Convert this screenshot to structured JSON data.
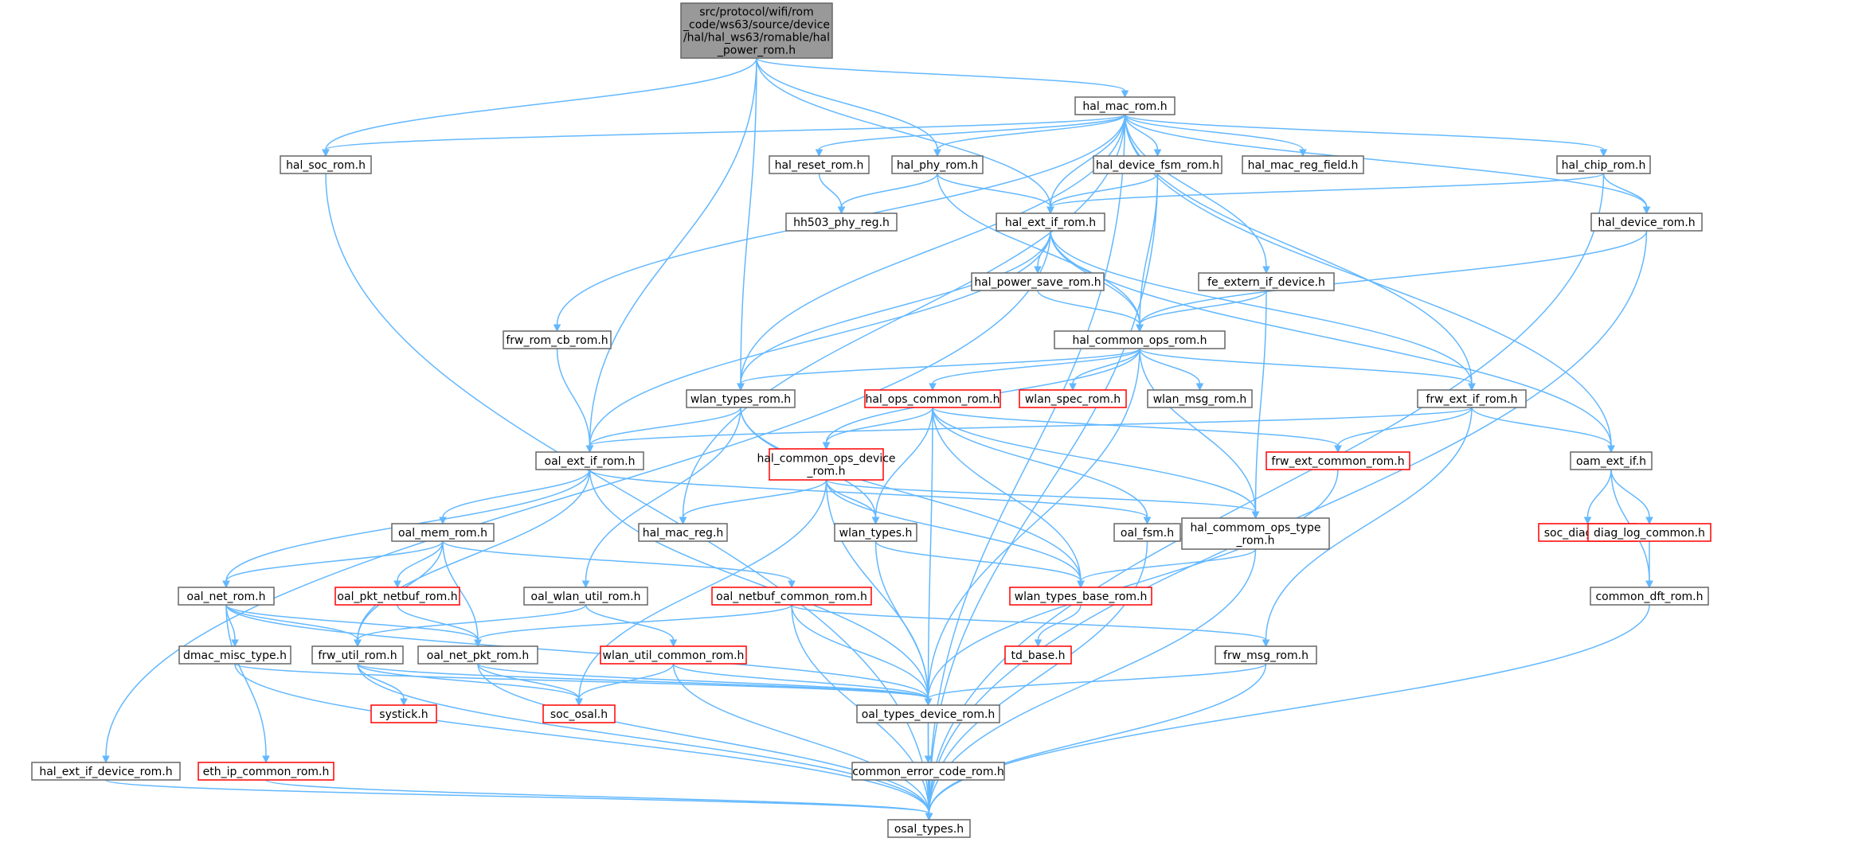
{
  "colors": {
    "edge": "#63b8ff",
    "node_border": "#666666",
    "root_fill": "#999999",
    "missing_border": "#ff0000"
  },
  "nodes": [
    {
      "id": "root",
      "label": [
        "src/protocol/wifi/rom",
        "_code/ws63/source/device",
        "/hal/hal_ws63/romable/hal",
        "_power_rom.h"
      ],
      "root": true
    },
    {
      "id": "hal_mac_rom",
      "label": [
        "hal_mac_rom.h"
      ]
    },
    {
      "id": "hal_soc_rom",
      "label": [
        "hal_soc_rom.h"
      ]
    },
    {
      "id": "hal_reset_rom",
      "label": [
        "hal_reset_rom.h"
      ]
    },
    {
      "id": "hal_phy_rom",
      "label": [
        "hal_phy_rom.h"
      ]
    },
    {
      "id": "hal_device_fsm_rom",
      "label": [
        "hal_device_fsm_rom.h"
      ]
    },
    {
      "id": "hal_mac_reg_field",
      "label": [
        "hal_mac_reg_field.h"
      ]
    },
    {
      "id": "hal_chip_rom",
      "label": [
        "hal_chip_rom.h"
      ]
    },
    {
      "id": "hh503_phy_reg",
      "label": [
        "hh503_phy_reg.h"
      ]
    },
    {
      "id": "hal_ext_if_rom",
      "label": [
        "hal_ext_if_rom.h"
      ]
    },
    {
      "id": "hal_device_rom",
      "label": [
        "hal_device_rom.h"
      ]
    },
    {
      "id": "hal_power_save_rom",
      "label": [
        "hal_power_save_rom.h"
      ]
    },
    {
      "id": "fe_extern_if_device",
      "label": [
        "fe_extern_if_device.h"
      ]
    },
    {
      "id": "frw_rom_cb_rom",
      "label": [
        "frw_rom_cb_rom.h"
      ]
    },
    {
      "id": "hal_common_ops_rom",
      "label": [
        "hal_common_ops_rom.h"
      ]
    },
    {
      "id": "wlan_types_rom",
      "label": [
        "wlan_types_rom.h"
      ]
    },
    {
      "id": "hal_ops_common_rom",
      "label": [
        "hal_ops_common_rom.h"
      ],
      "missing": true
    },
    {
      "id": "wlan_spec_rom",
      "label": [
        "wlan_spec_rom.h"
      ],
      "missing": true
    },
    {
      "id": "wlan_msg_rom",
      "label": [
        "wlan_msg_rom.h"
      ]
    },
    {
      "id": "frw_ext_if_rom",
      "label": [
        "frw_ext_if_rom.h"
      ]
    },
    {
      "id": "oal_ext_if_rom",
      "label": [
        "oal_ext_if_rom.h"
      ]
    },
    {
      "id": "hal_common_ops_device_rom",
      "label": [
        "hal_common_ops_device",
        "_rom.h"
      ],
      "missing": true
    },
    {
      "id": "frw_ext_common_rom",
      "label": [
        "frw_ext_common_rom.h"
      ],
      "missing": true
    },
    {
      "id": "oam_ext_if",
      "label": [
        "oam_ext_if.h"
      ]
    },
    {
      "id": "oal_mem_rom",
      "label": [
        "oal_mem_rom.h"
      ]
    },
    {
      "id": "hal_mac_reg",
      "label": [
        "hal_mac_reg.h"
      ]
    },
    {
      "id": "wlan_types",
      "label": [
        "wlan_types.h"
      ]
    },
    {
      "id": "oal_fsm",
      "label": [
        "oal_fsm.h"
      ]
    },
    {
      "id": "hal_commom_ops_type_rom",
      "label": [
        "hal_commom_ops_type",
        "_rom.h"
      ]
    },
    {
      "id": "soc_diag_wdk",
      "label": [
        "soc_diag_wdk.h"
      ],
      "missing": true
    },
    {
      "id": "diag_log_common",
      "label": [
        "diag_log_common.h"
      ],
      "missing": true
    },
    {
      "id": "oal_net_rom",
      "label": [
        "oal_net_rom.h"
      ]
    },
    {
      "id": "oal_pkt_netbuf_rom",
      "label": [
        "oal_pkt_netbuf_rom.h"
      ],
      "missing": true
    },
    {
      "id": "oal_wlan_util_rom",
      "label": [
        "oal_wlan_util_rom.h"
      ]
    },
    {
      "id": "oal_netbuf_common_rom",
      "label": [
        "oal_netbuf_common_rom.h"
      ],
      "missing": true
    },
    {
      "id": "wlan_types_base_rom",
      "label": [
        "wlan_types_base_rom.h"
      ],
      "missing": true
    },
    {
      "id": "common_dft_rom",
      "label": [
        "common_dft_rom.h"
      ]
    },
    {
      "id": "td_base",
      "label": [
        "td_base.h"
      ],
      "missing": true
    },
    {
      "id": "dmac_misc_type",
      "label": [
        "dmac_misc_type.h"
      ]
    },
    {
      "id": "frw_util_rom",
      "label": [
        "frw_util_rom.h"
      ]
    },
    {
      "id": "oal_net_pkt_rom",
      "label": [
        "oal_net_pkt_rom.h"
      ]
    },
    {
      "id": "wlan_util_common_rom",
      "label": [
        "wlan_util_common_rom.h"
      ],
      "missing": true
    },
    {
      "id": "frw_msg_rom",
      "label": [
        "frw_msg_rom.h"
      ]
    },
    {
      "id": "systick",
      "label": [
        "systick.h"
      ],
      "missing": true
    },
    {
      "id": "soc_osal",
      "label": [
        "soc_osal.h"
      ],
      "missing": true
    },
    {
      "id": "oal_types_device_rom",
      "label": [
        "oal_types_device_rom.h"
      ]
    },
    {
      "id": "hal_ext_if_device_rom",
      "label": [
        "hal_ext_if_device_rom.h"
      ]
    },
    {
      "id": "eth_ip_common_rom",
      "label": [
        "eth_ip_common_rom.h"
      ],
      "missing": true
    },
    {
      "id": "common_error_code_rom",
      "label": [
        "common_error_code_rom.h"
      ]
    },
    {
      "id": "osal_types",
      "label": [
        "osal_types.h"
      ]
    }
  ],
  "edges": [
    [
      "root",
      "hal_mac_rom"
    ],
    [
      "root",
      "hal_soc_rom"
    ],
    [
      "root",
      "hal_phy_rom"
    ],
    [
      "root",
      "hal_ext_if_rom"
    ],
    [
      "root",
      "wlan_types_rom"
    ],
    [
      "root",
      "oal_ext_if_rom"
    ],
    [
      "hal_mac_rom",
      "hal_soc_rom"
    ],
    [
      "hal_mac_rom",
      "hal_reset_rom"
    ],
    [
      "hal_mac_rom",
      "hal_phy_rom"
    ],
    [
      "hal_mac_rom",
      "hal_device_fsm_rom"
    ],
    [
      "hal_mac_rom",
      "hal_mac_reg_field"
    ],
    [
      "hal_mac_rom",
      "hal_chip_rom"
    ],
    [
      "hal_mac_rom",
      "hal_ext_if_rom"
    ],
    [
      "hal_mac_rom",
      "hal_device_rom"
    ],
    [
      "hal_mac_rom",
      "fe_extern_if_device"
    ],
    [
      "hal_mac_rom",
      "frw_rom_cb_rom"
    ],
    [
      "hal_mac_rom",
      "wlan_types_rom"
    ],
    [
      "hal_mac_rom",
      "frw_ext_if_rom"
    ],
    [
      "hal_mac_rom",
      "oam_ext_if"
    ],
    [
      "hal_mac_rom",
      "hal_mac_reg"
    ],
    [
      "hal_mac_rom",
      "osal_types"
    ],
    [
      "hal_soc_rom",
      "osal_types"
    ],
    [
      "hal_reset_rom",
      "hh503_phy_reg"
    ],
    [
      "hal_phy_rom",
      "hh503_phy_reg"
    ],
    [
      "hal_phy_rom",
      "hal_ext_if_rom"
    ],
    [
      "hal_phy_rom",
      "hal_common_ops_rom"
    ],
    [
      "hal_device_fsm_rom",
      "hal_ext_if_rom"
    ],
    [
      "hal_device_fsm_rom",
      "hal_common_ops_rom"
    ],
    [
      "hal_device_fsm_rom",
      "osal_types"
    ],
    [
      "hal_chip_rom",
      "hal_ext_if_rom"
    ],
    [
      "hal_chip_rom",
      "hal_device_rom"
    ],
    [
      "hal_chip_rom",
      "osal_types"
    ],
    [
      "hal_ext_if_rom",
      "hal_power_save_rom"
    ],
    [
      "hal_ext_if_rom",
      "hal_common_ops_rom"
    ],
    [
      "hal_ext_if_rom",
      "wlan_types_rom"
    ],
    [
      "hal_ext_if_rom",
      "oal_ext_if_rom"
    ],
    [
      "hal_ext_if_rom",
      "frw_ext_if_rom"
    ],
    [
      "hal_ext_if_rom",
      "oam_ext_if"
    ],
    [
      "hal_ext_if_rom",
      "hal_ext_if_device_rom"
    ],
    [
      "hal_device_rom",
      "hal_common_ops_rom"
    ],
    [
      "hal_device_rom",
      "osal_types"
    ],
    [
      "hal_power_save_rom",
      "hal_common_ops_rom"
    ],
    [
      "fe_extern_if_device",
      "hal_common_ops_rom"
    ],
    [
      "fe_extern_if_device",
      "hal_commom_ops_type_rom"
    ],
    [
      "frw_rom_cb_rom",
      "oal_ext_if_rom"
    ],
    [
      "hal_common_ops_rom",
      "wlan_types_rom"
    ],
    [
      "hal_common_ops_rom",
      "hal_ops_common_rom"
    ],
    [
      "hal_common_ops_rom",
      "wlan_spec_rom"
    ],
    [
      "hal_common_ops_rom",
      "wlan_msg_rom"
    ],
    [
      "hal_common_ops_rom",
      "frw_ext_if_rom"
    ],
    [
      "hal_common_ops_rom",
      "hal_common_ops_device_rom"
    ],
    [
      "hal_common_ops_rom",
      "hal_commom_ops_type_rom"
    ],
    [
      "hal_common_ops_rom",
      "oal_types_device_rom"
    ],
    [
      "wlan_types_rom",
      "oal_ext_if_rom"
    ],
    [
      "wlan_types_rom",
      "wlan_types"
    ],
    [
      "wlan_types_rom",
      "wlan_types_base_rom"
    ],
    [
      "wlan_types_rom",
      "oal_wlan_util_rom"
    ],
    [
      "hal_ops_common_rom",
      "hal_common_ops_device_rom"
    ],
    [
      "hal_ops_common_rom",
      "frw_ext_common_rom"
    ],
    [
      "hal_ops_common_rom",
      "wlan_types"
    ],
    [
      "hal_ops_common_rom",
      "oal_fsm"
    ],
    [
      "hal_ops_common_rom",
      "hal_commom_ops_type_rom"
    ],
    [
      "hal_ops_common_rom",
      "wlan_types_base_rom"
    ],
    [
      "hal_ops_common_rom",
      "oal_types_device_rom"
    ],
    [
      "frw_ext_if_rom",
      "oal_ext_if_rom"
    ],
    [
      "frw_ext_if_rom",
      "frw_ext_common_rom"
    ],
    [
      "frw_ext_if_rom",
      "oam_ext_if"
    ],
    [
      "frw_ext_if_rom",
      "frw_msg_rom"
    ],
    [
      "oal_ext_if_rom",
      "oal_mem_rom"
    ],
    [
      "oal_ext_if_rom",
      "oal_net_rom"
    ],
    [
      "oal_ext_if_rom",
      "frw_util_rom"
    ],
    [
      "oal_ext_if_rom",
      "oal_fsm"
    ],
    [
      "oal_ext_if_rom",
      "oal_types_device_rom"
    ],
    [
      "hal_common_ops_device_rom",
      "hal_mac_reg"
    ],
    [
      "hal_common_ops_device_rom",
      "wlan_types"
    ],
    [
      "hal_common_ops_device_rom",
      "hal_commom_ops_type_rom"
    ],
    [
      "hal_common_ops_device_rom",
      "wlan_types_base_rom"
    ],
    [
      "hal_common_ops_device_rom",
      "soc_osal"
    ],
    [
      "hal_common_ops_device_rom",
      "oal_types_device_rom"
    ],
    [
      "frw_ext_common_rom",
      "oal_types_device_rom"
    ],
    [
      "oam_ext_if",
      "soc_diag_wdk"
    ],
    [
      "oam_ext_if",
      "diag_log_common"
    ],
    [
      "oam_ext_if",
      "common_dft_rom"
    ],
    [
      "oal_mem_rom",
      "oal_net_rom"
    ],
    [
      "oal_mem_rom",
      "oal_pkt_netbuf_rom"
    ],
    [
      "oal_mem_rom",
      "oal_netbuf_common_rom"
    ],
    [
      "oal_mem_rom",
      "frw_util_rom"
    ],
    [
      "oal_mem_rom",
      "oal_net_pkt_rom"
    ],
    [
      "wlan_types",
      "wlan_types_base_rom"
    ],
    [
      "wlan_types",
      "oal_types_device_rom"
    ],
    [
      "oal_fsm",
      "osal_types"
    ],
    [
      "hal_commom_ops_type_rom",
      "wlan_types_base_rom"
    ],
    [
      "hal_commom_ops_type_rom",
      "osal_types"
    ],
    [
      "diag_log_common",
      "common_dft_rom"
    ],
    [
      "oal_net_rom",
      "dmac_misc_type"
    ],
    [
      "oal_net_rom",
      "frw_util_rom"
    ],
    [
      "oal_net_rom",
      "oal_net_pkt_rom"
    ],
    [
      "oal_net_rom",
      "eth_ip_common_rom"
    ],
    [
      "oal_net_rom",
      "oal_types_device_rom"
    ],
    [
      "oal_pkt_netbuf_rom",
      "oal_net_pkt_rom"
    ],
    [
      "oal_wlan_util_rom",
      "frw_util_rom"
    ],
    [
      "oal_wlan_util_rom",
      "wlan_util_common_rom"
    ],
    [
      "oal_netbuf_common_rom",
      "oal_net_pkt_rom"
    ],
    [
      "oal_netbuf_common_rom",
      "frw_msg_rom"
    ],
    [
      "oal_netbuf_common_rom",
      "oal_types_device_rom"
    ],
    [
      "oal_netbuf_common_rom",
      "osal_types"
    ],
    [
      "wlan_types_base_rom",
      "td_base"
    ],
    [
      "common_dft_rom",
      "osal_types"
    ],
    [
      "dmac_misc_type",
      "oal_types_device_rom"
    ],
    [
      "dmac_misc_type",
      "osal_types"
    ],
    [
      "frw_util_rom",
      "systick"
    ],
    [
      "frw_util_rom",
      "soc_osal"
    ],
    [
      "frw_util_rom",
      "oal_types_device_rom"
    ],
    [
      "frw_util_rom",
      "osal_types"
    ],
    [
      "oal_net_pkt_rom",
      "soc_osal"
    ],
    [
      "oal_net_pkt_rom",
      "oal_types_device_rom"
    ],
    [
      "oal_net_pkt_rom",
      "osal_types"
    ],
    [
      "wlan_util_common_rom",
      "soc_osal"
    ],
    [
      "wlan_util_common_rom",
      "oal_types_device_rom"
    ],
    [
      "wlan_util_common_rom",
      "osal_types"
    ],
    [
      "frw_msg_rom",
      "oal_types_device_rom"
    ],
    [
      "frw_msg_rom",
      "osal_types"
    ],
    [
      "oal_types_device_rom",
      "common_error_code_rom"
    ],
    [
      "oal_types_device_rom",
      "osal_types"
    ],
    [
      "hal_ext_if_device_rom",
      "osal_types"
    ],
    [
      "eth_ip_common_rom",
      "osal_types"
    ],
    [
      "common_error_code_rom",
      "osal_types"
    ]
  ]
}
